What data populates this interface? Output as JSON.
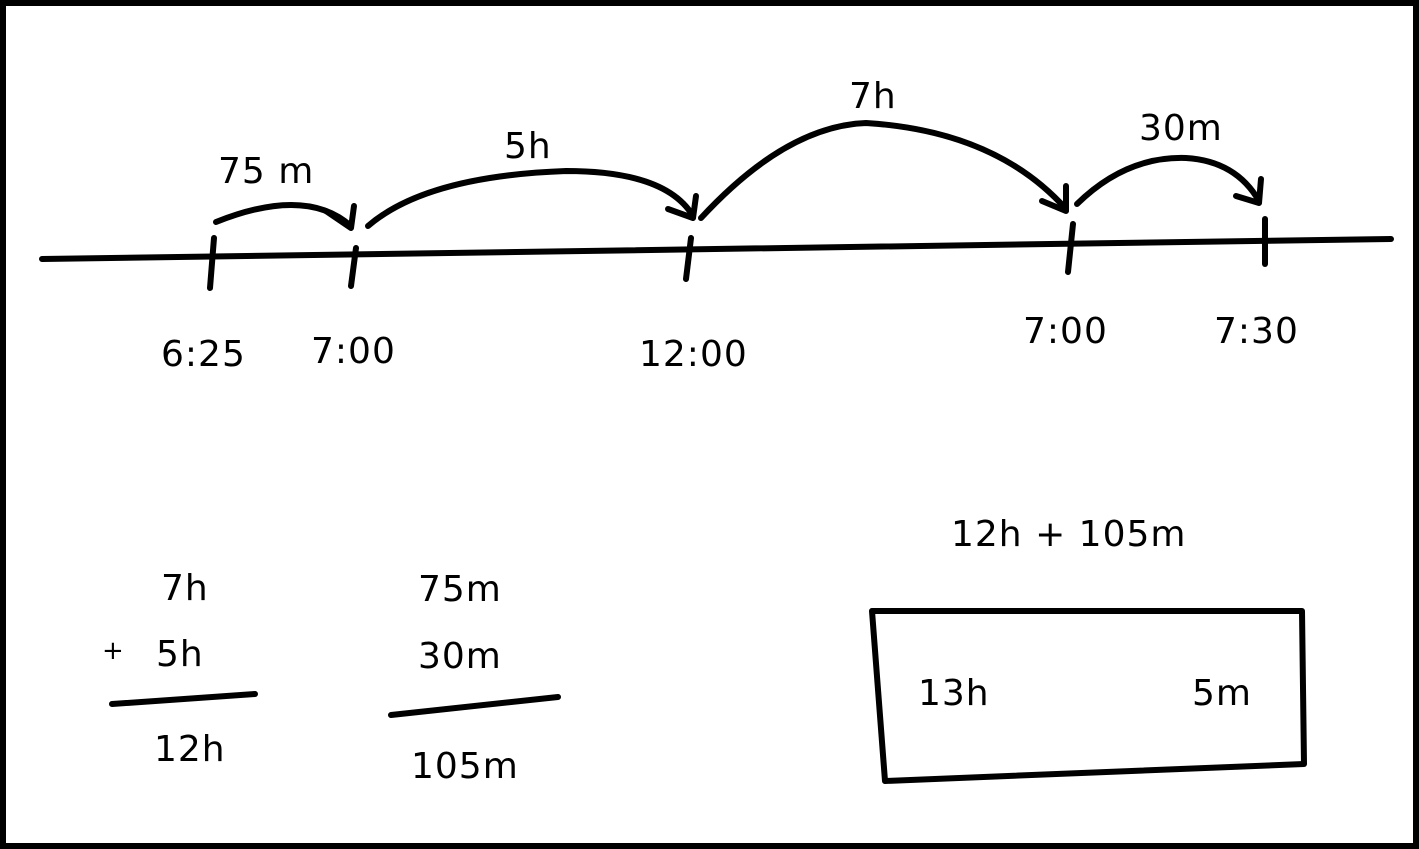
{
  "timeline": {
    "ticks": [
      "6:25",
      "7:00",
      "12:00",
      "7:00",
      "7:30"
    ],
    "jumps": [
      "75 m",
      "5h",
      "7h",
      "30m"
    ]
  },
  "hours_sum": {
    "operator": "+",
    "addends": [
      "7h",
      "5h"
    ],
    "total": "12h"
  },
  "minutes_sum": {
    "addends": [
      "75m",
      "30m"
    ],
    "total": "105m"
  },
  "combined": {
    "expression": "12h + 105m",
    "box_hours": "13h",
    "box_minutes": "5m"
  }
}
